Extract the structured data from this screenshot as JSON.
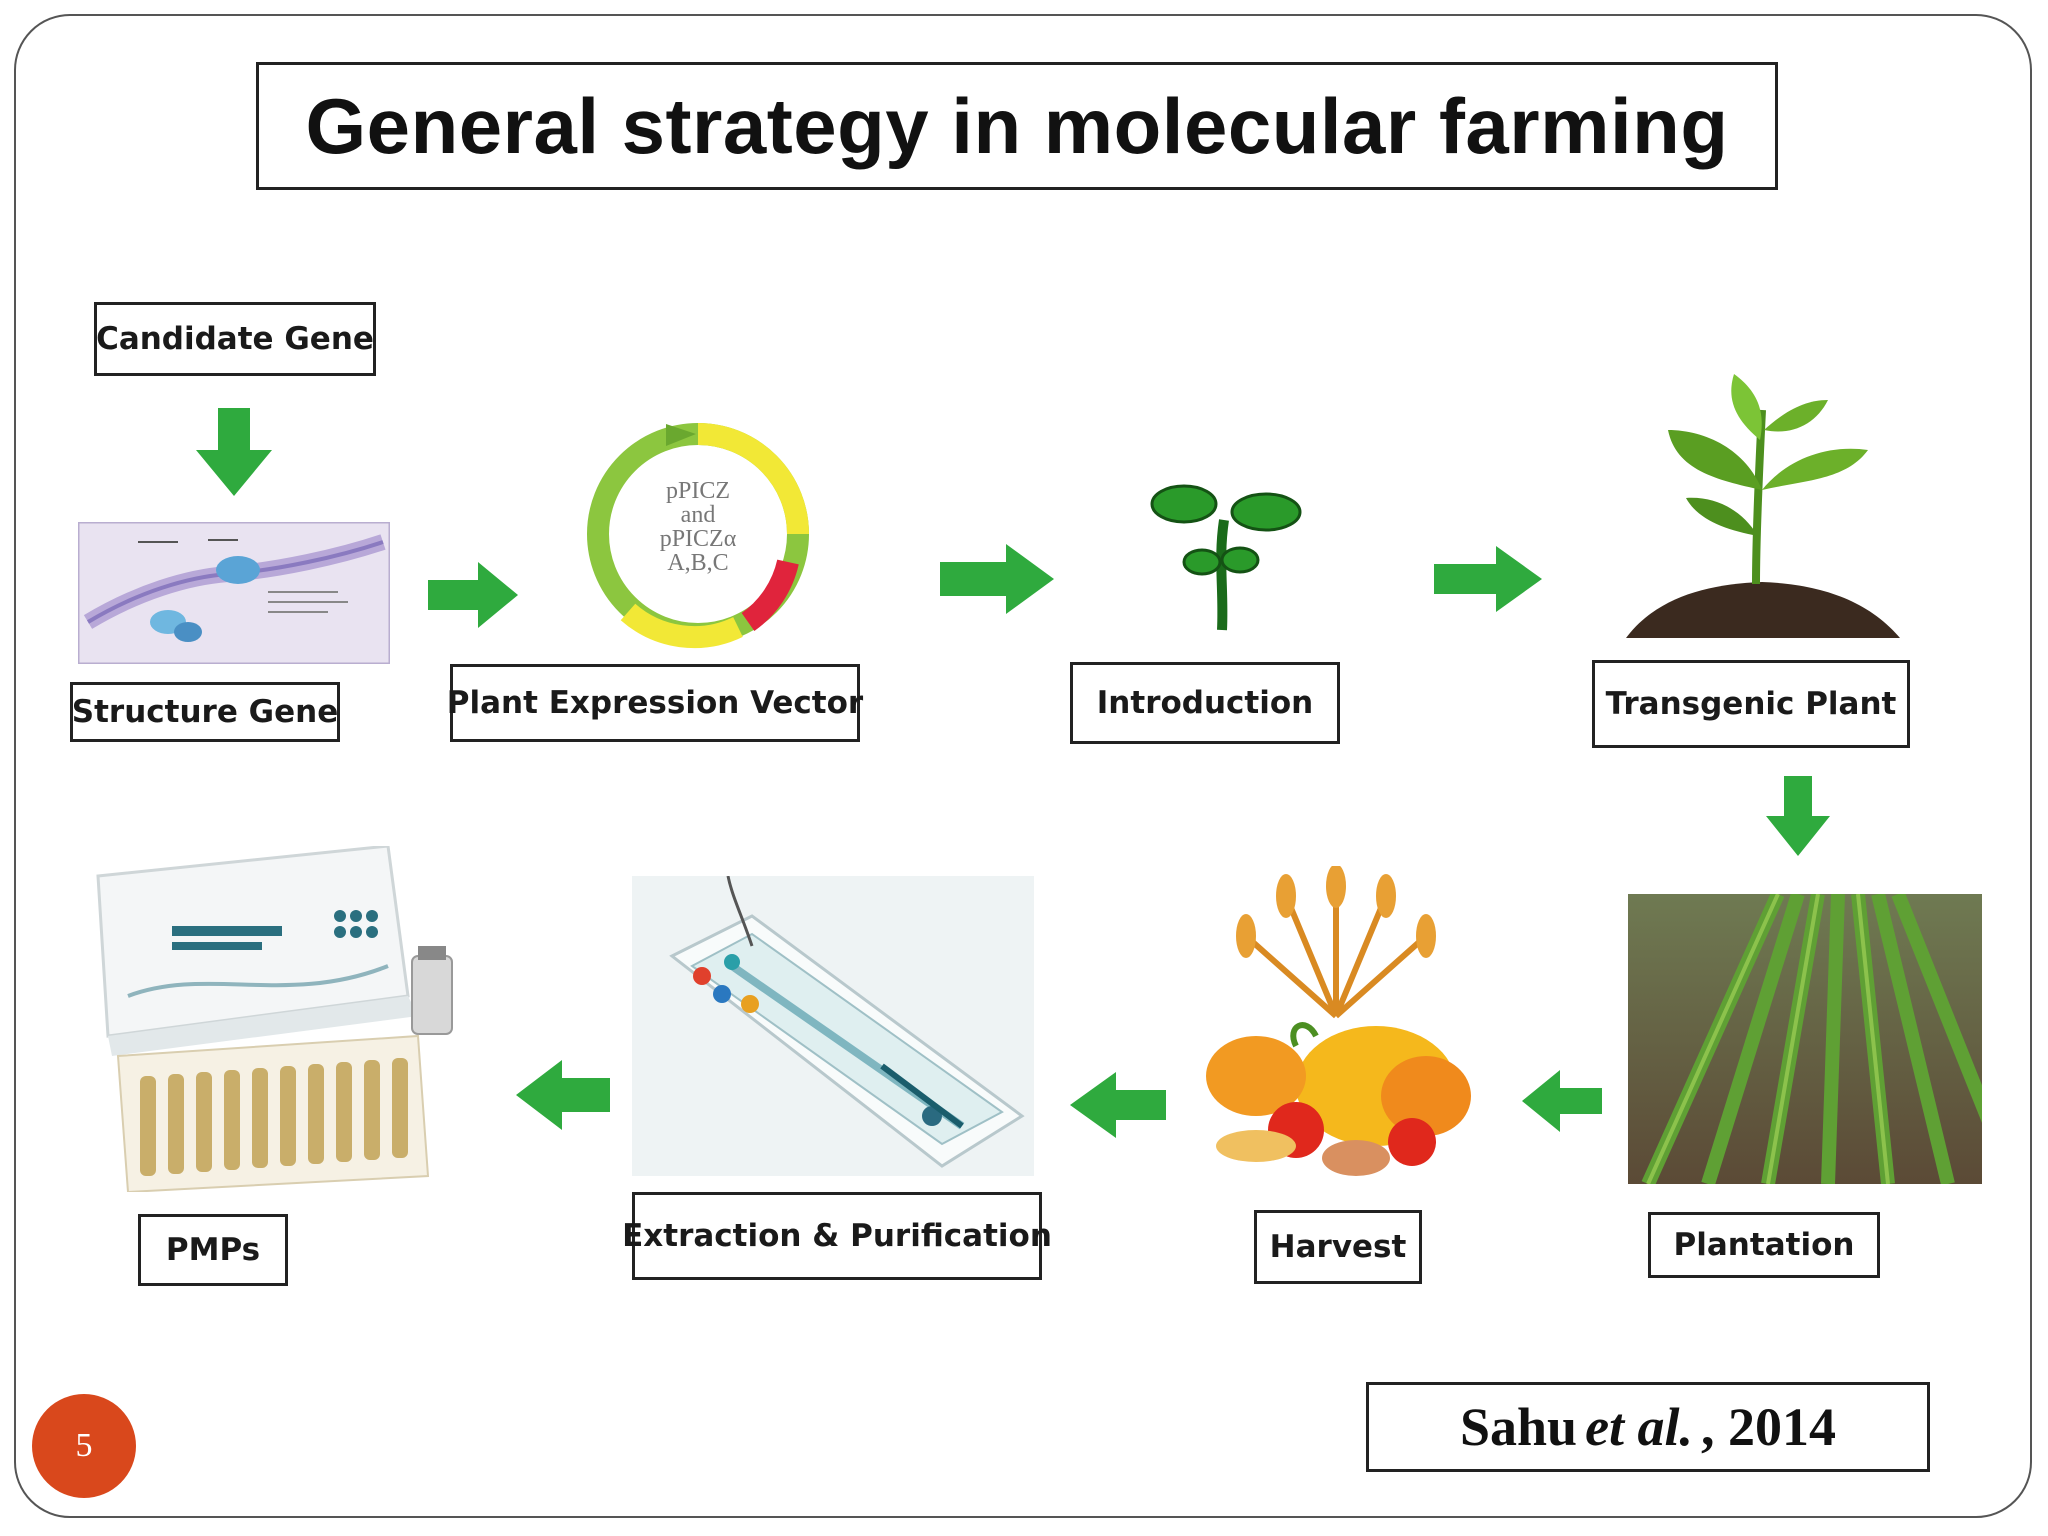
{
  "slide": {
    "title": "General strategy in molecular farming",
    "number": "5"
  },
  "steps": {
    "candidate_gene": "Candidate Gene",
    "structure_gene": "Structure Gene",
    "plant_expression_vector": "Plant Expression Vector",
    "introduction": "Introduction",
    "transgenic_plant": "Transgenic Plant",
    "plantation": "Plantation",
    "harvest": "Harvest",
    "extraction_purification": "Extraction & Purification",
    "pmps": "PMPs"
  },
  "vector_map": {
    "center_text": [
      "pPICZ",
      "and",
      "pPICZα",
      "A,B,C"
    ]
  },
  "citation": {
    "author": "Sahu",
    "etal": "et al.",
    "year": ", 2014"
  },
  "colors": {
    "arrow_green": "#2faa3e",
    "slide_number_bg": "#d9481c"
  },
  "icons": [
    "green-arrow-icon",
    "plasmid-diagram",
    "seedling-icon",
    "sprout-in-soil-image",
    "crop-field-image",
    "harvest-basket-image",
    "microfluidic-chip-image",
    "medicine-box-image"
  ]
}
